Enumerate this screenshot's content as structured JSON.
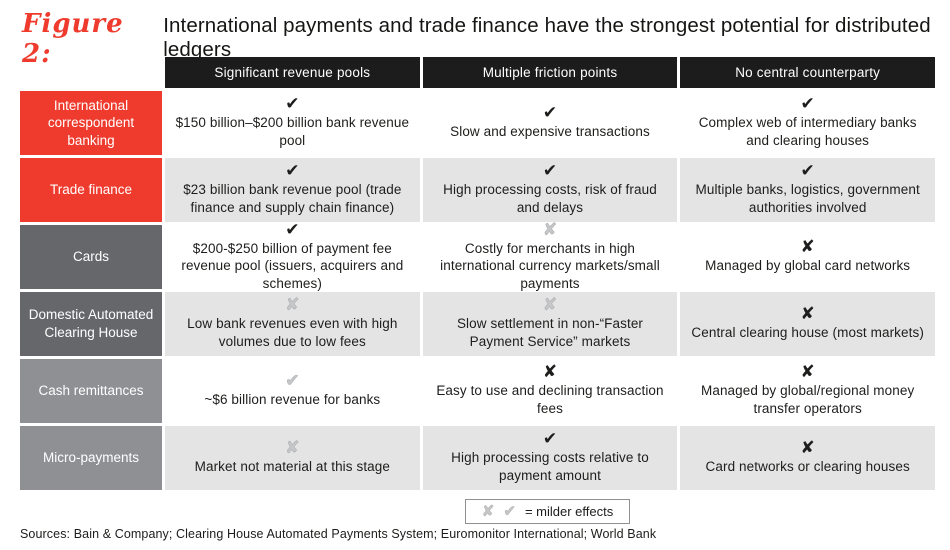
{
  "figure": {
    "label": "Figure 2:",
    "title": "International payments and trade finance have the strongest potential for distributed ledgers"
  },
  "chart_data": {
    "type": "table",
    "title": "Figure 2: International payments and trade finance have the strongest potential for distributed ledgers",
    "columns": [
      "Significant revenue pools",
      "Multiple friction points",
      "No central counterparty"
    ],
    "rows": [
      {
        "label": "International correspondent banking",
        "tone": "red",
        "cells": [
          {
            "mark": "check",
            "text": "$150 billion–$200 billion bank revenue pool"
          },
          {
            "mark": "check",
            "text": "Slow and expensive transactions"
          },
          {
            "mark": "check",
            "text": "Complex web of intermediary banks and clearing houses"
          }
        ]
      },
      {
        "label": "Trade finance",
        "tone": "red",
        "cells": [
          {
            "mark": "check",
            "text": "$23 billion bank revenue pool (trade finance and supply chain finance)"
          },
          {
            "mark": "check",
            "text": "High processing costs, risk of fraud and delays"
          },
          {
            "mark": "check",
            "text": "Multiple banks, logistics, government authorities involved"
          }
        ]
      },
      {
        "label": "Cards",
        "tone": "dark",
        "cells": [
          {
            "mark": "check",
            "text": "$200-$250 billion of payment fee revenue pool (issuers, acquirers and schemes)"
          },
          {
            "mark": "cross-mild",
            "text": "Costly for merchants in high international currency markets/small payments"
          },
          {
            "mark": "cross",
            "text": "Managed by global card networks"
          }
        ]
      },
      {
        "label": "Domestic Automated Clearing House",
        "tone": "dark",
        "cells": [
          {
            "mark": "cross-mild",
            "text": "Low bank revenues even with high volumes due to low fees"
          },
          {
            "mark": "cross-mild",
            "text": "Slow settlement in non-“Faster Payment Service” markets"
          },
          {
            "mark": "cross",
            "text": "Central clearing house (most markets)"
          }
        ]
      },
      {
        "label": "Cash remittances",
        "tone": "light",
        "cells": [
          {
            "mark": "check-mild",
            "text": "~$6 billion revenue for banks"
          },
          {
            "mark": "cross",
            "text": "Easy to use and declining transaction fees"
          },
          {
            "mark": "cross",
            "text": "Managed by global/regional money transfer operators"
          }
        ]
      },
      {
        "label": "Micro-payments",
        "tone": "light",
        "cells": [
          {
            "mark": "cross-mild",
            "text": "Market not material at this stage"
          },
          {
            "mark": "check",
            "text": "High processing costs relative to payment amount"
          },
          {
            "mark": "cross",
            "text": "Card networks or clearing houses"
          }
        ]
      }
    ],
    "legend": {
      "marks": [
        "cross-mild",
        "check-mild"
      ],
      "label": "= milder effects"
    }
  },
  "sources": "Sources: Bain & Company; Clearing House Automated Payments System; Euromonitor International; World Bank",
  "colors": {
    "accent_red": "#ee3b2d",
    "dark_gray_label": "#66676b",
    "light_gray_label": "#8e9094",
    "header_black": "#1c1c1c",
    "alt_row_bg": "#e4e4e5",
    "mild_mark_gray": "#c6c7c9"
  }
}
